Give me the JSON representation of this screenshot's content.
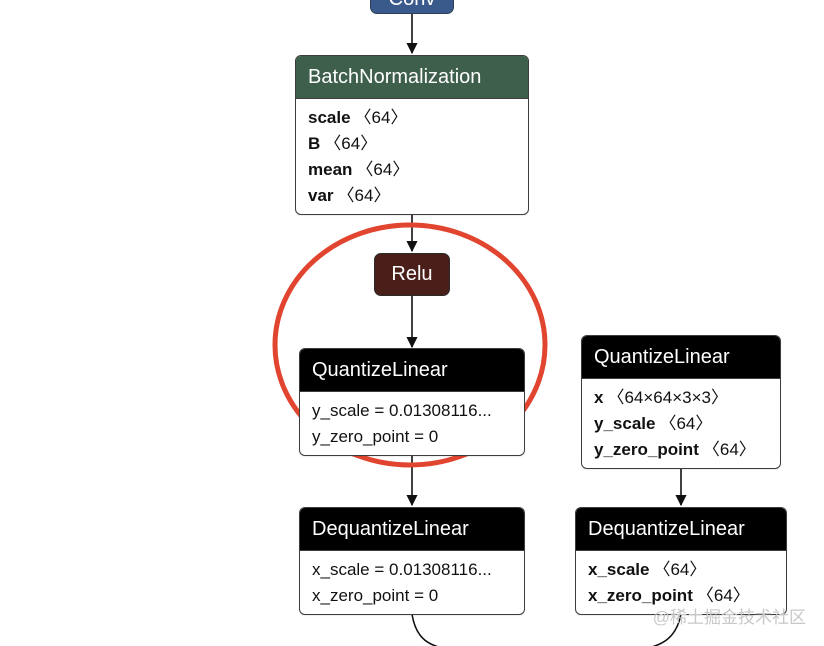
{
  "colors": {
    "conv_header": "#3b5a8c",
    "batchnorm_header": "#3e5f4c",
    "relu_header": "#4b1f19",
    "quantize_header": "#000000",
    "edge": "#111111",
    "highlight_circle": "#e2452f"
  },
  "conv": {
    "label": "Conv"
  },
  "batchnorm": {
    "label": "BatchNormalization",
    "attrs": [
      {
        "name": "scale",
        "shape": "〈64〉"
      },
      {
        "name": "B",
        "shape": "〈64〉"
      },
      {
        "name": "mean",
        "shape": "〈64〉"
      },
      {
        "name": "var",
        "shape": "〈64〉"
      }
    ]
  },
  "relu": {
    "label": "Relu"
  },
  "quantize_left": {
    "label": "QuantizeLinear",
    "attrs": [
      "y_scale = 0.01308116...",
      "y_zero_point = 0"
    ]
  },
  "dequantize_left": {
    "label": "DequantizeLinear",
    "attrs": [
      "x_scale = 0.01308116...",
      "x_zero_point = 0"
    ]
  },
  "quantize_right": {
    "label": "QuantizeLinear",
    "attrs": [
      {
        "name": "x",
        "shape": "〈64×64×3×3〉"
      },
      {
        "name": "y_scale",
        "shape": "〈64〉"
      },
      {
        "name": "y_zero_point",
        "shape": "〈64〉"
      }
    ]
  },
  "dequantize_right": {
    "label": "DequantizeLinear",
    "attrs": [
      {
        "name": "x_scale",
        "shape": "〈64〉"
      },
      {
        "name": "x_zero_point",
        "shape": "〈64〉"
      }
    ]
  },
  "watermark": "@稀土掘金技术社区"
}
